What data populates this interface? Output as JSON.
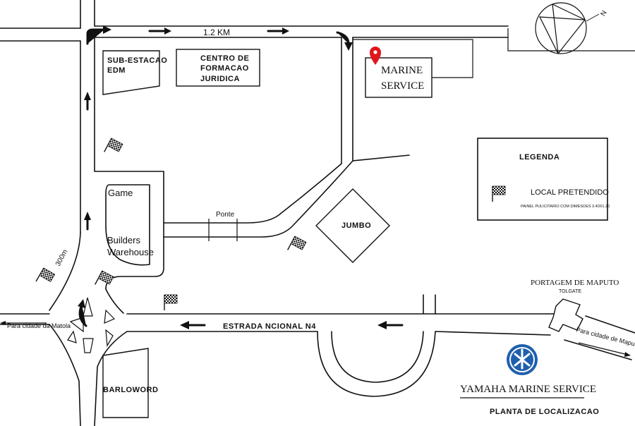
{
  "map": {
    "distance_label": "1.2 KM",
    "distance_300": "300m",
    "ponte_label": "Ponte",
    "road_n4_label": "ESTRADA NCIONAL N4",
    "to_matola": "Para cidade da Matola",
    "to_maputo": "Para cidade de Maputo",
    "compass_n": "N"
  },
  "buildings": {
    "subestacao_line1": "SUB-ESTACAO",
    "subestacao_line2": "EDM",
    "centro_line1": "CENTRO DE",
    "centro_line2": "FORMACAO",
    "centro_line3": "JURIDICA",
    "marine_line1": "MARINE",
    "marine_line2": "SERVICE",
    "game": "Game",
    "builders_line1": "Builders",
    "builders_line2": "Warehouse",
    "jumbo": "JUMBO",
    "barloword": "BARLOWORD",
    "portagem": "PORTAGEM DE MAPUTO",
    "tolgate": "TOLGATE"
  },
  "legend": {
    "title": "LEGENDA",
    "item_label": "LOCAL PRETENDIDO",
    "item_sub": "PAINEL PULICITARIO COM DIMESOES 3.40X1.20"
  },
  "footer": {
    "brand": "YAMAHA MARINE SERVICE",
    "subtitle": "PLANTA DE LOCALIZACAO"
  },
  "colors": {
    "pin": "#e0161b",
    "logo_blue": "#1f5fae",
    "ink": "#111111"
  }
}
